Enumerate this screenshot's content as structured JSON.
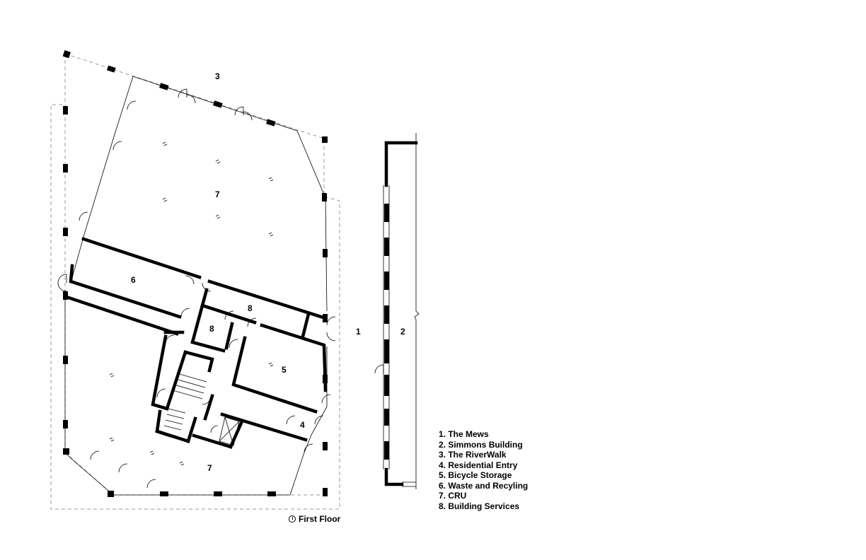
{
  "diagram": {
    "room_labels": {
      "mews": "1",
      "simmons": "2",
      "riverwalk": "3",
      "residential_entry": "4",
      "bicycle_storage": "5",
      "waste": "6",
      "cru_north": "7",
      "cru_south": "7",
      "services_east": "8",
      "services_west": "8"
    },
    "legend": [
      "1. The Mews",
      "2. Simmons Building",
      "3. The RiverWalk",
      "4. Residential Entry",
      "5. Bicycle Storage",
      "6. Waste and Recyling",
      "7. CRU",
      "8. Building Services"
    ],
    "caption": "First Floor",
    "caption_icon": "north-arrow-icon"
  }
}
